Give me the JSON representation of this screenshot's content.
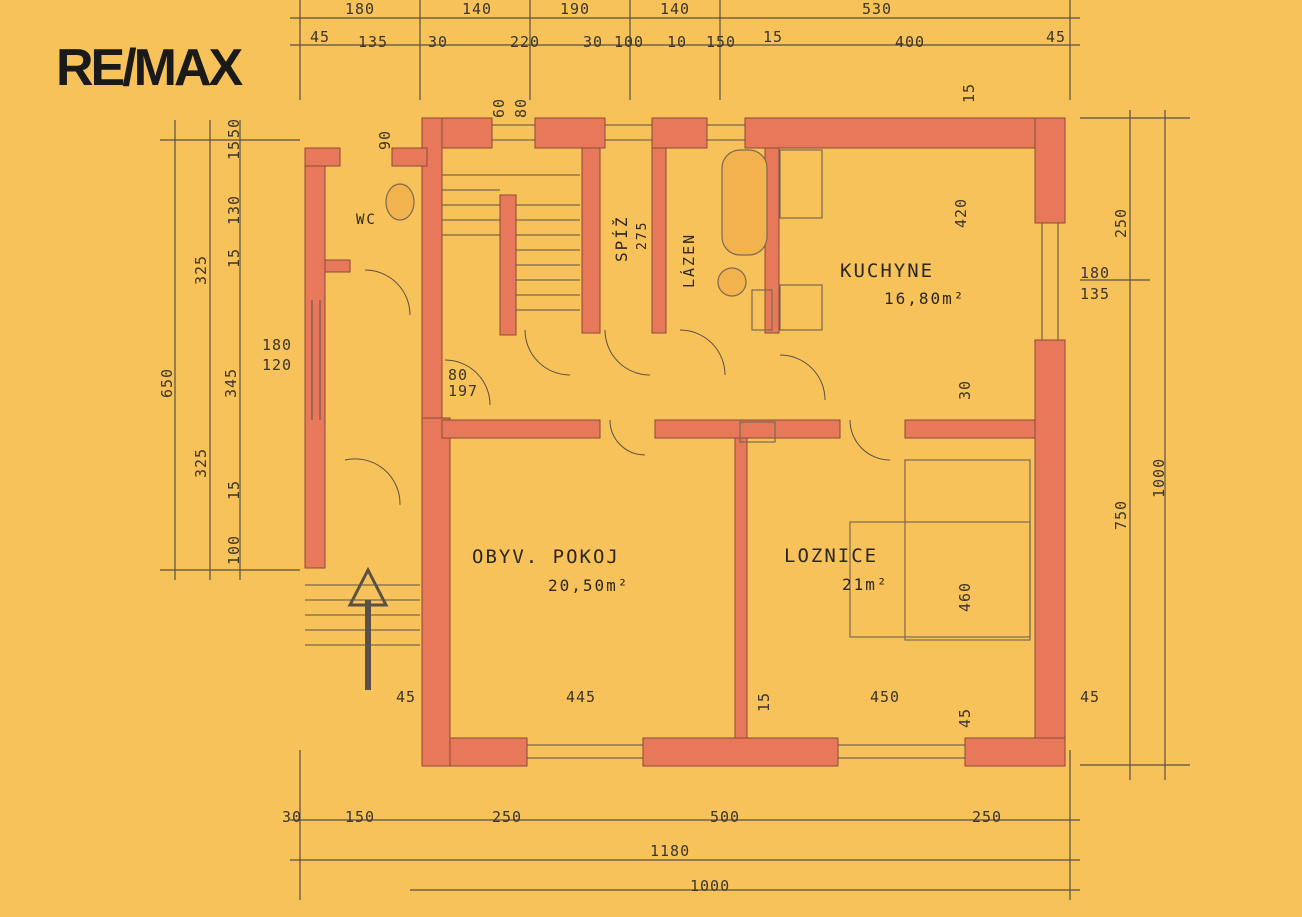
{
  "logo": {
    "text": "RE/MAX"
  },
  "rooms": [
    {
      "id": "obyv-pokoj",
      "name": "OBYV. POKOJ",
      "area": "20,50m²"
    },
    {
      "id": "loznice",
      "name": "LOZNICE",
      "area": "21m²"
    },
    {
      "id": "kuchyne",
      "name": "KUCHYNE",
      "area": "16,80m²"
    },
    {
      "id": "spiz",
      "name": "SPÍŽ",
      "area": "275"
    },
    {
      "id": "lazen",
      "name": "LÁZEN",
      "area": ""
    },
    {
      "id": "wc",
      "name": "WC",
      "area": ""
    }
  ],
  "dimensions": {
    "top_row1": [
      "180",
      "140",
      "190",
      "140",
      "530"
    ],
    "top_row2": [
      "45",
      "135",
      "30",
      "220",
      "30",
      "100",
      "10",
      "150",
      "15",
      "400",
      "45"
    ],
    "bottom_row1": [
      "30",
      "150",
      "250",
      "500",
      "250"
    ],
    "bottom_total1": "1180",
    "bottom_total2": "1000",
    "left_outer": "650",
    "left_parts": [
      "325",
      "345",
      "325"
    ],
    "left_inner": [
      "50",
      "15",
      "130",
      "15",
      "15",
      "100"
    ],
    "right_parts": [
      "250",
      "750"
    ],
    "right_total": "1000",
    "interior": [
      "445",
      "450",
      "45",
      "45",
      "45",
      "15",
      "420",
      "460",
      "30",
      "180",
      "120",
      "180",
      "135",
      "80",
      "197",
      "60",
      "80",
      "90",
      "15"
    ]
  },
  "colors": {
    "paper": "#f7c25a",
    "wall": "#e8785a",
    "ink": "#3b352c"
  }
}
